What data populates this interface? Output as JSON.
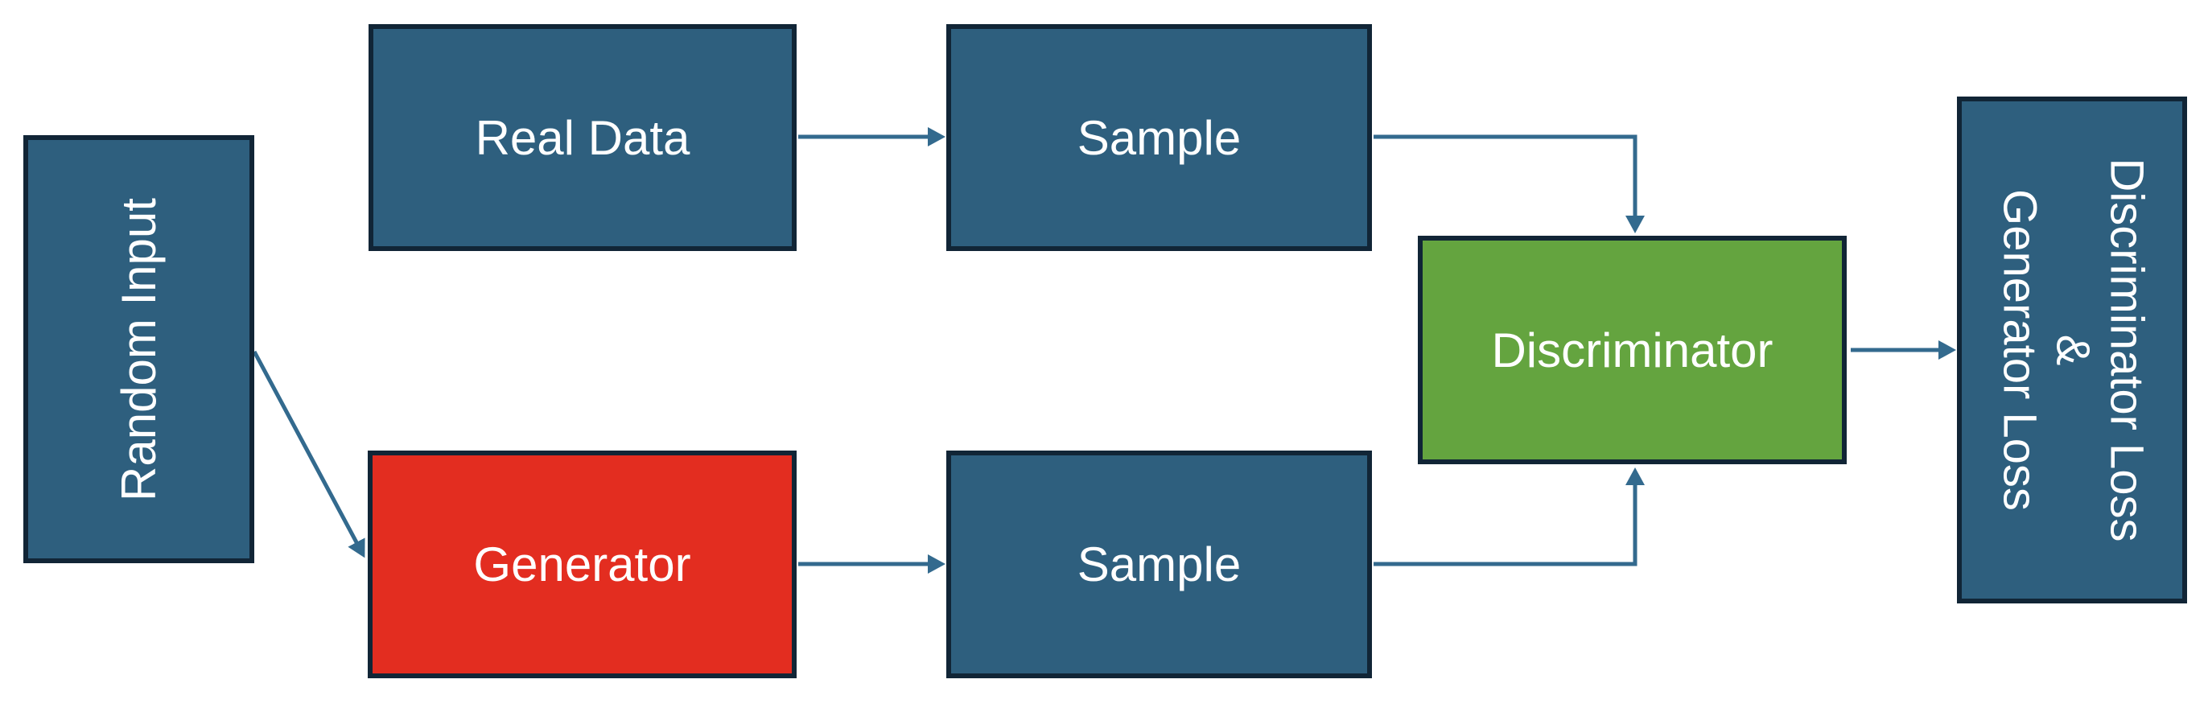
{
  "diagram": {
    "nodes": {
      "random_input": {
        "label": "Random Input",
        "color": "blue",
        "text_direction": "vertical-bottom-to-top"
      },
      "real_data": {
        "label": "Real Data",
        "color": "blue"
      },
      "sample_top": {
        "label": "Sample",
        "color": "blue"
      },
      "generator": {
        "label": "Generator",
        "color": "red"
      },
      "sample_bottom": {
        "label": "Sample",
        "color": "blue"
      },
      "discriminator": {
        "label": "Discriminator",
        "color": "green"
      },
      "loss": {
        "line1": "Discriminator Loss",
        "line2": "&",
        "line3": "Generator Loss",
        "color": "blue",
        "text_direction": "vertical-top-to-bottom"
      }
    },
    "edges": [
      {
        "from": "Real Data",
        "to": "Sample (top)"
      },
      {
        "from": "Sample (top)",
        "to": "Discriminator"
      },
      {
        "from": "Random Input",
        "to": "Generator"
      },
      {
        "from": "Generator",
        "to": "Sample (bottom)"
      },
      {
        "from": "Sample (bottom)",
        "to": "Discriminator"
      },
      {
        "from": "Discriminator",
        "to": "Discriminator Loss & Generator Loss"
      }
    ]
  },
  "colors": {
    "node-blue": "#2E5F7E",
    "node-red": "#E32D20",
    "node-green": "#64A43F",
    "border": "#112536",
    "arrow": "#336A8E",
    "label": "#FFFFFF",
    "canvas": "#FFFFFF"
  }
}
